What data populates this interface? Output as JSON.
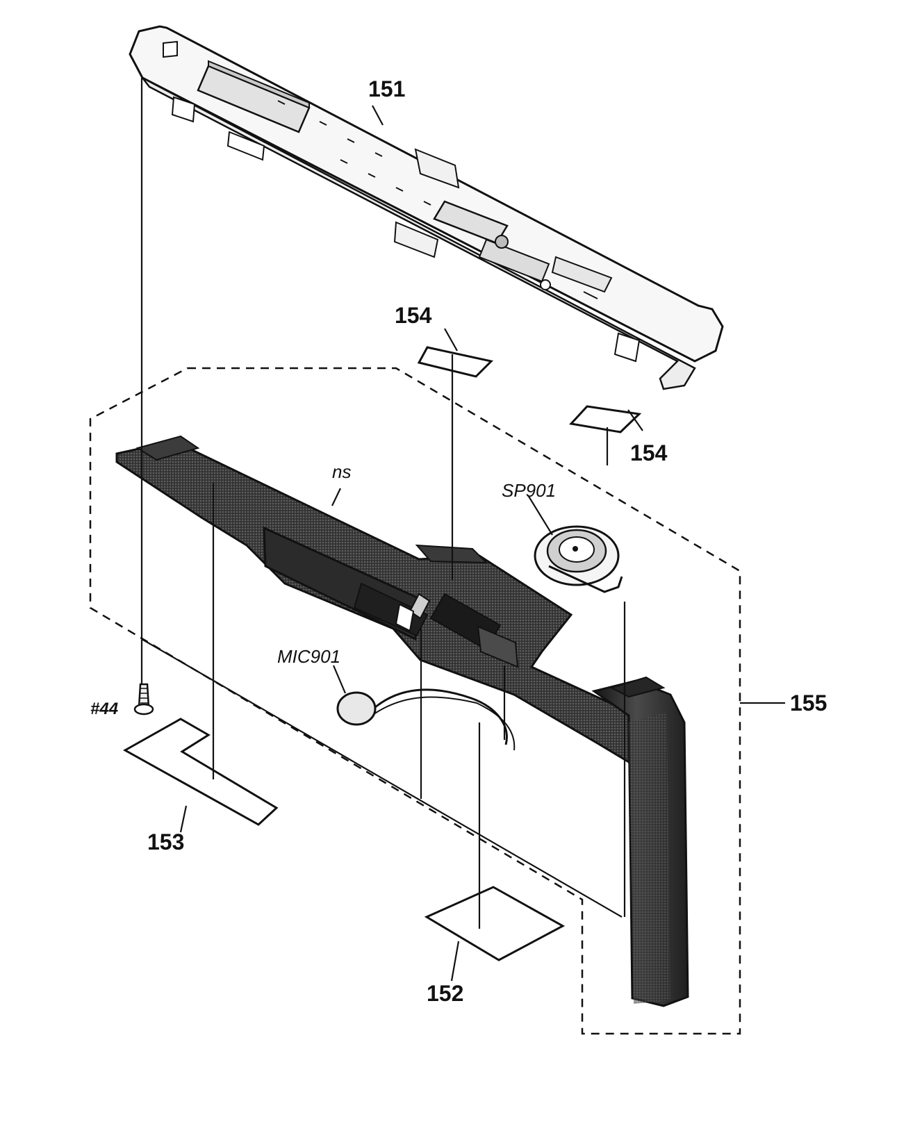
{
  "labels": {
    "part_151": "151",
    "part_154_top": "154",
    "part_154_right": "154",
    "ns": "ns",
    "sp901": "SP901",
    "mic901": "MIC901",
    "part_155": "155",
    "screw_44": "#44",
    "part_153": "153",
    "part_152": "152"
  },
  "colors": {
    "line": "#111111",
    "dark_part": "#2f2f2f",
    "mid_part": "#6a6a6a",
    "light_part": "#d8d8d8"
  }
}
